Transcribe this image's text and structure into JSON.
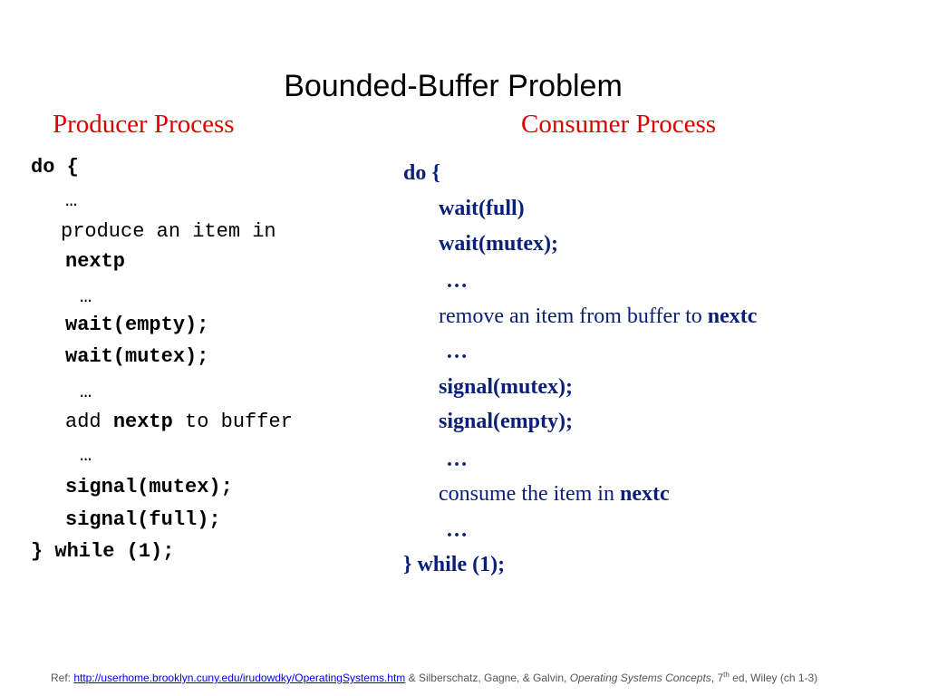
{
  "title": "Bounded-Buffer Problem",
  "producer": {
    "heading": "Producer Process",
    "do_open": "do {",
    "ellipsis1": "…",
    "produce_text": "produce an item in",
    "produce_var": "nextp",
    "ellipsis2": "…",
    "wait_empty": "wait(empty);",
    "wait_mutex": "wait(mutex);",
    "ellipsis3": "…",
    "add_prefix": "add ",
    "add_var": "nextp",
    "add_suffix": " to buffer",
    "ellipsis4": "…",
    "signal_mutex": "signal(mutex);",
    "signal_full": "signal(full);",
    "while_close": "} while (1);"
  },
  "consumer": {
    "heading": "Consumer Process",
    "do_open": "do {",
    "wait_full": "wait(full)",
    "wait_mutex": "wait(mutex);",
    "ellipsis1": "…",
    "remove_text": "remove an item from buffer to ",
    "remove_var": "nextc",
    "ellipsis2": "…",
    "signal_mutex": "signal(mutex);",
    "signal_empty": "signal(empty);",
    "ellipsis3": "…",
    "consume_text": "consume the item in ",
    "consume_var": "nextc",
    "ellipsis4": "…",
    "while_close": "} while (1);"
  },
  "reference": {
    "prefix": "Ref: ",
    "link": "http://userhome.brooklyn.cuny.edu/irudowdky/OperatingSystems.htm",
    "authors": " & Silberschatz, Gagne, & Galvin, ",
    "book": "Operating Systems Concepts",
    "edition_num": ", 7",
    "edition_sup": "th",
    "edition_rest": " ed, Wiley (ch 1-3)"
  },
  "colors": {
    "heading_red": "#e00000",
    "consumer_navy": "#0a1f7a",
    "link_blue": "#0000ee"
  }
}
